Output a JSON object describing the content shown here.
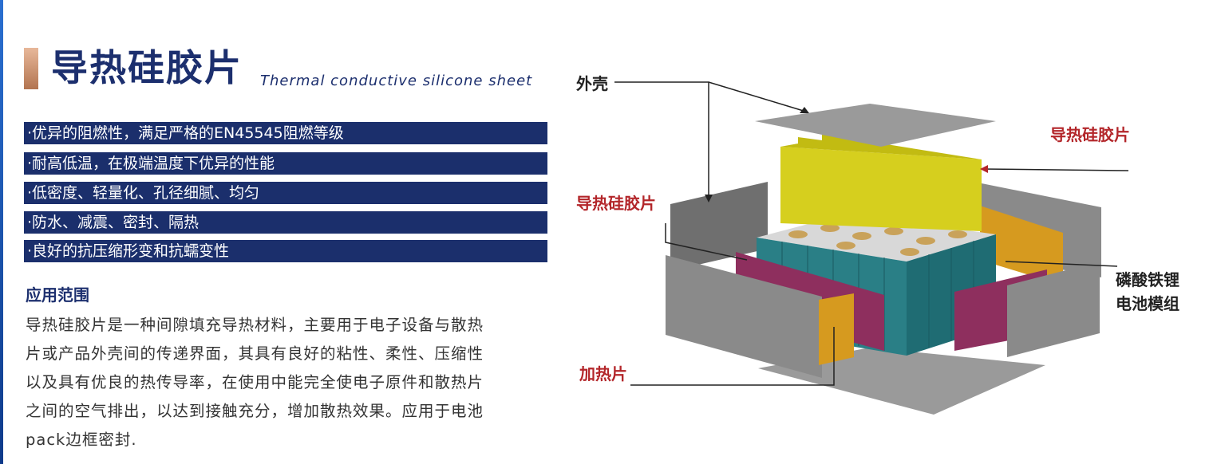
{
  "title": {
    "zh": "导热硅胶片",
    "en": "Thermal conductive silicone sheet"
  },
  "features": [
    "·优异的阻燃性，满足严格的EN45545阻燃等级",
    "·耐高低温，在极端温度下优异的性能",
    "·低密度、轻量化、孔径细腻、均匀",
    "·防水、减震、密封、隔热",
    "·良好的抗压缩形变和抗蠕变性"
  ],
  "application": {
    "title": "应用范围",
    "lines": [
      "导热硅胶片是一种间隙填充导热材料，主要用于电子设备与散热",
      "片或产品外壳间的传递界面，其具有良好的粘性、柔性、压缩性",
      "以及具有优良的热传导率，在使用中能完全使电子原件和散热片",
      "之间的空气排出，以达到接触充分，增加散热效果。应用于电池",
      "pack边框密封."
    ]
  },
  "diagram": {
    "labels": {
      "shell": "外壳",
      "pad_top": "导热硅胶片",
      "pad_left": "导热硅胶片",
      "battery_line1": "磷酸铁锂",
      "battery_line2": "电池模组",
      "heater": "加热片"
    },
    "colors": {
      "shell": "#8e8e8e",
      "pad_yellow": "#d6cf1e",
      "pad_orange": "#d69a1f",
      "heater": "#8e2f5e",
      "battery": "#2a7f86",
      "label_red": "#b3262a",
      "label_dark": "#222222",
      "brand_navy": "#1b2f6c"
    }
  }
}
